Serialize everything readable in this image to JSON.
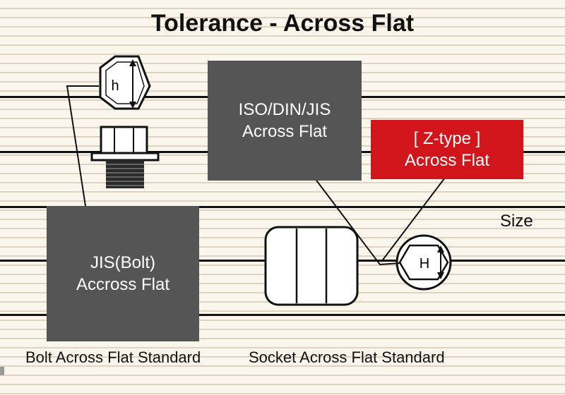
{
  "title": "Tolerance - Across Flat",
  "boxes": {
    "iso": [
      "ISO/DIN/JIS",
      "Across Flat"
    ],
    "ztype": [
      "[ Z-type ]",
      "Across Flat"
    ],
    "jis": [
      "JIS(Bolt)",
      "Accross Flat"
    ]
  },
  "size_label": "Size",
  "bolt_dimension": "h",
  "socket_dimension": "H",
  "captions": {
    "bolt": "Bolt Across Flat Standard",
    "socket": "Socket Across Flat Standard"
  },
  "colors": {
    "gray_box": "#555555",
    "red_box": "#d2151a",
    "rule_line": "#dcd3c2",
    "background": "#fbf6ec"
  }
}
